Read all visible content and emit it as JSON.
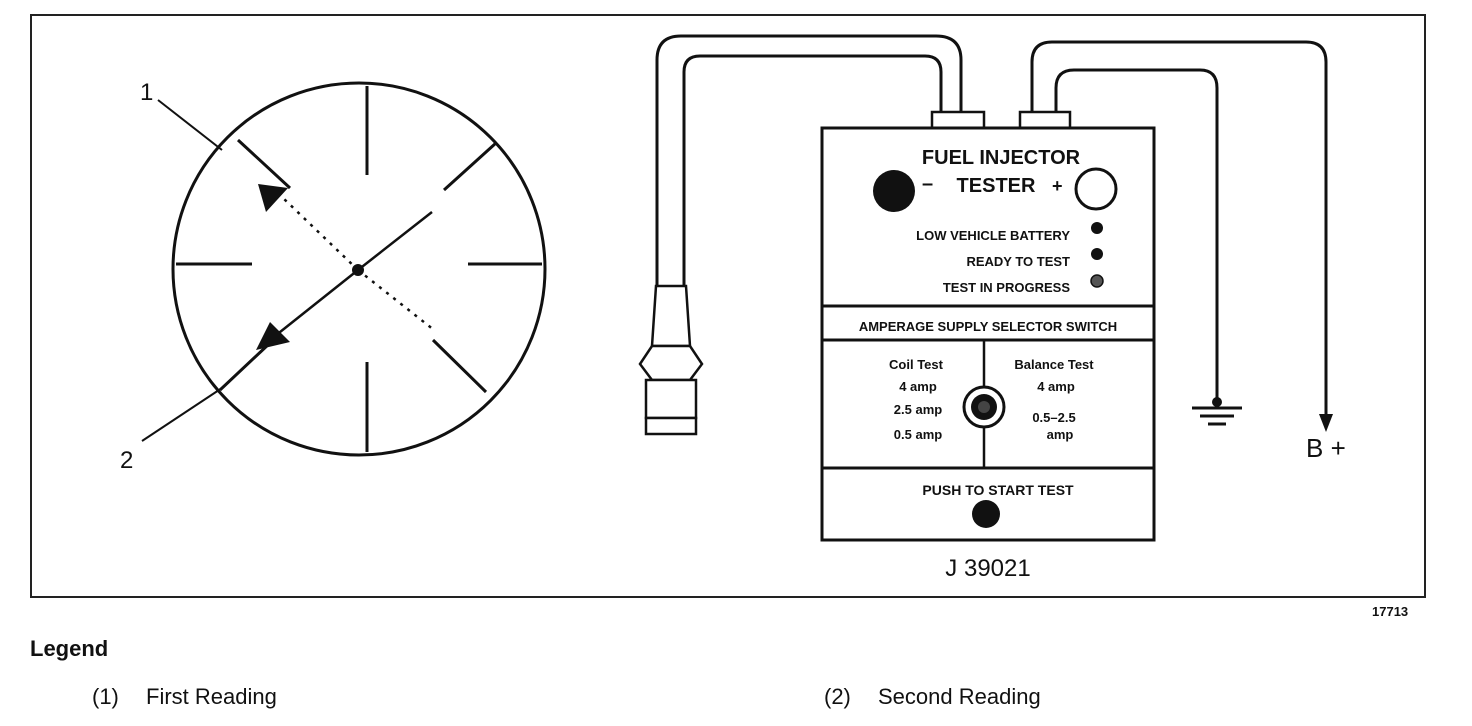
{
  "diagram": {
    "callout_1": "1",
    "callout_2": "2",
    "tester": {
      "title_line1": "FUEL INJECTOR",
      "title_line2": "TESTER",
      "minus": "–",
      "plus": "+",
      "indicators": [
        "LOW VEHICLE BATTERY",
        "READY TO TEST",
        "TEST IN PROGRESS"
      ],
      "selector_label": "AMPERAGE SUPPLY SELECTOR SWITCH",
      "coil_test": {
        "header": "Coil Test",
        "values": [
          "4 amp",
          "2.5 amp",
          "0.5 amp"
        ]
      },
      "balance_test": {
        "header": "Balance Test",
        "values": [
          "4 amp",
          "0.5–2.5",
          "amp"
        ]
      },
      "push_label": "PUSH TO START TEST",
      "model": "J 39021"
    },
    "battery_label": "B +",
    "figure_number": "17713"
  },
  "legend": {
    "title": "Legend",
    "items": [
      {
        "num": "(1)",
        "label": "First Reading"
      },
      {
        "num": "(2)",
        "label": "Second Reading"
      }
    ]
  }
}
